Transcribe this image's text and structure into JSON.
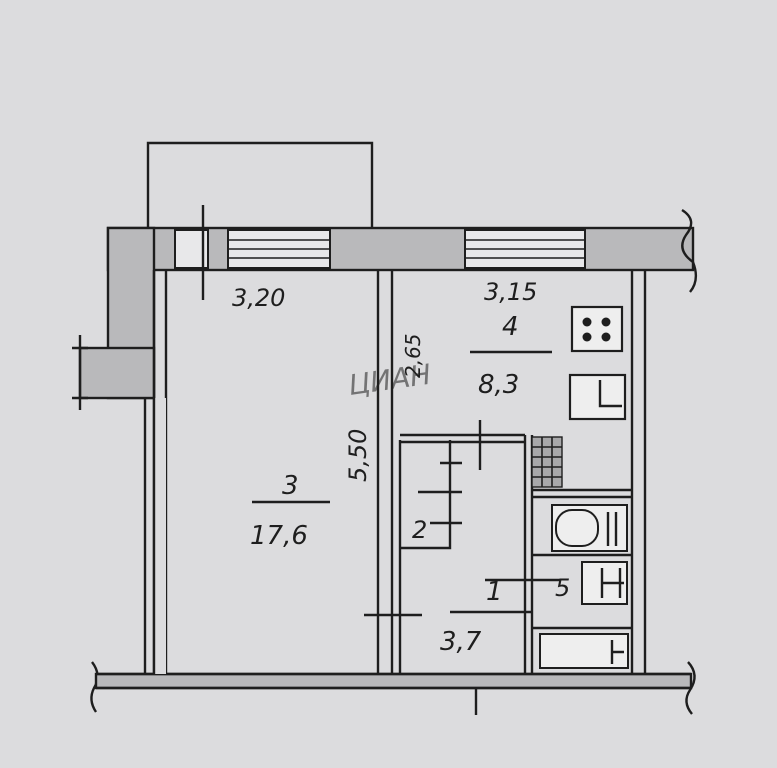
{
  "rooms": [
    {
      "number": "3",
      "area": "17,6"
    },
    {
      "number": "4",
      "area": "8,3"
    },
    {
      "number": "2",
      "area": ""
    },
    {
      "number": "1",
      "area": "3,7"
    },
    {
      "number": "5",
      "area": ""
    }
  ],
  "dimensions": {
    "room3_width": "3,20",
    "room4_width": "3,15",
    "room3_length": "5,50",
    "room4_depth": "2,65"
  },
  "watermark": "ЦИАН",
  "icons": [
    "stove-icon",
    "sink-icon",
    "bathtub-icon",
    "toilet-icon",
    "washbasin-icon"
  ]
}
